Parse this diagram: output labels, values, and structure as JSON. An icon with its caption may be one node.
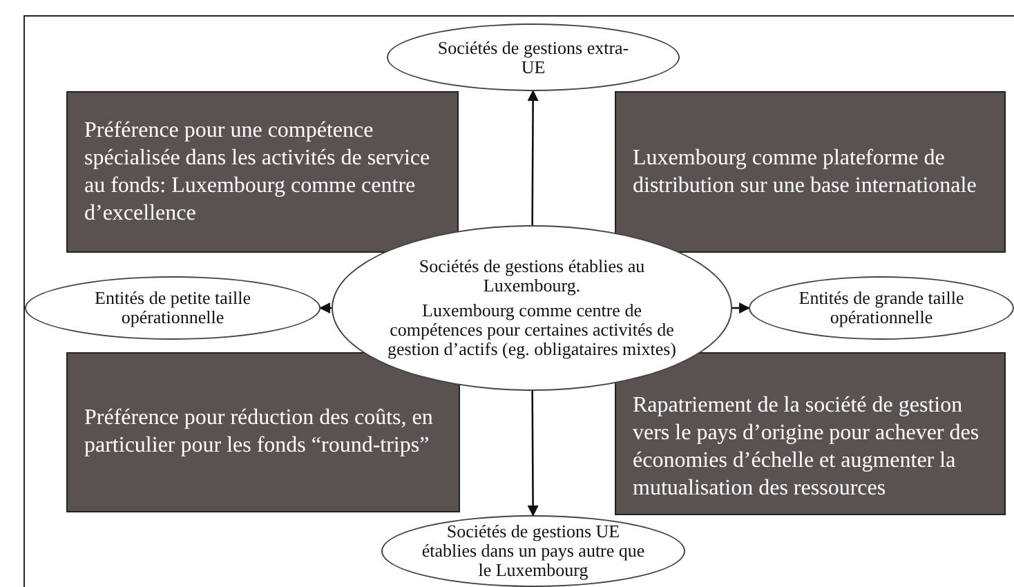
{
  "diagram": {
    "nodes": [
      {
        "text": [
          "Sociétés de gestions extra-UE"
        ]
      },
      {
        "text": [
          "Préférence pour une compétence spécialisée dans les activités de service au fonds: Luxembourg comme centre d’excellence"
        ]
      },
      {
        "text": [
          "Luxembourg comme plateforme de distribution sur une base internationale"
        ]
      },
      {
        "text": [
          "Sociétés de gestions établies au Luxembourg.",
          "Luxembourg comme centre de compétences pour certaines activités de gestion d’actifs (eg. obligataires mixtes)"
        ]
      },
      {
        "text": [
          "Entités de petite taille opérationnelle"
        ]
      },
      {
        "text": [
          "Entités de grande taille opérationnelle"
        ]
      },
      {
        "text": [
          "Préférence pour réduction des coûts, en particulier pour les fonds “round-trips”"
        ]
      },
      {
        "text": [
          "Rapatriement de la société de gestion vers le pays d’origine pour achever des économies d’échelle et augmenter la mutualisation des ressources"
        ]
      },
      {
        "text": [
          "Sociétés de gestions UE établies dans un pays autre que le Luxembourg"
        ]
      }
    ],
    "edges": [
      {
        "from": 3,
        "to": 0,
        "arrow": "to"
      },
      {
        "from": 3,
        "to": 4,
        "arrow": "to"
      },
      {
        "from": 3,
        "to": 5,
        "arrow": "to"
      },
      {
        "from": 3,
        "to": 8,
        "arrow": "to"
      }
    ]
  }
}
